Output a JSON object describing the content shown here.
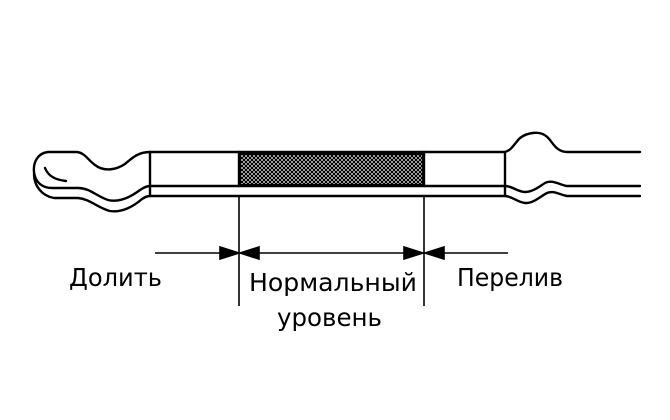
{
  "diagram": {
    "subject": "dipstick",
    "labels": {
      "low": "Долить",
      "normal_line1": "Нормальный",
      "normal_line2": "уровень",
      "high": "Перелив"
    },
    "colors": {
      "ink": "#000000",
      "background": "#ffffff"
    }
  }
}
